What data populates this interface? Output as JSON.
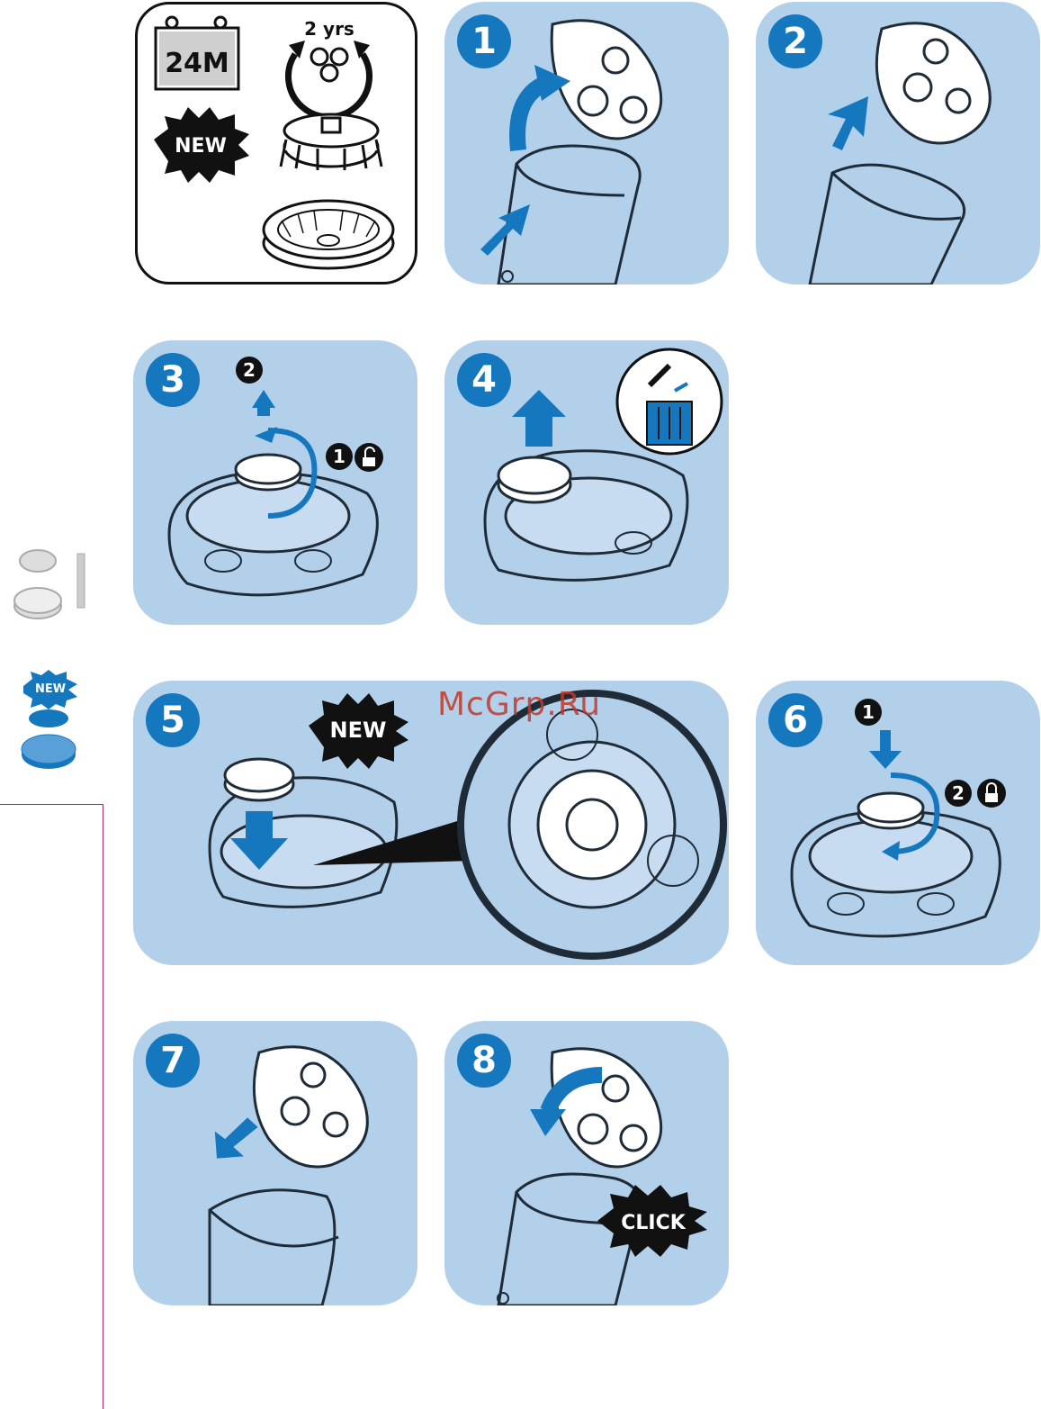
{
  "colors": {
    "panel": "#b3d0eb",
    "accent": "#1577be",
    "outline": "#1f2b36",
    "sidebar_line": "#9b2a7a",
    "watermark": "#c0392b"
  },
  "intro": {
    "months_label": "24M",
    "years_label": "2 yrs",
    "new_label": "NEW"
  },
  "steps": [
    {
      "number": "1"
    },
    {
      "number": "2"
    },
    {
      "number": "3"
    },
    {
      "number": "4"
    },
    {
      "number": "5"
    },
    {
      "number": "6"
    },
    {
      "number": "7"
    },
    {
      "number": "8"
    }
  ],
  "step3": {
    "sub1": "1",
    "sub2": "2"
  },
  "step5": {
    "new_label": "NEW"
  },
  "step6": {
    "sub1": "1",
    "sub2": "2"
  },
  "step8": {
    "click_label": "CLICK"
  },
  "sidebar": {
    "new_label": "NEW"
  },
  "watermark": "McGrp.Ru",
  "icons": [
    "calendar-icon",
    "rotate-arrows-icon",
    "new-starburst-icon",
    "cutter-icon",
    "shaving-head-ring-icon",
    "unlock-icon",
    "lock-icon",
    "trash-bin-icon",
    "power-icon"
  ]
}
